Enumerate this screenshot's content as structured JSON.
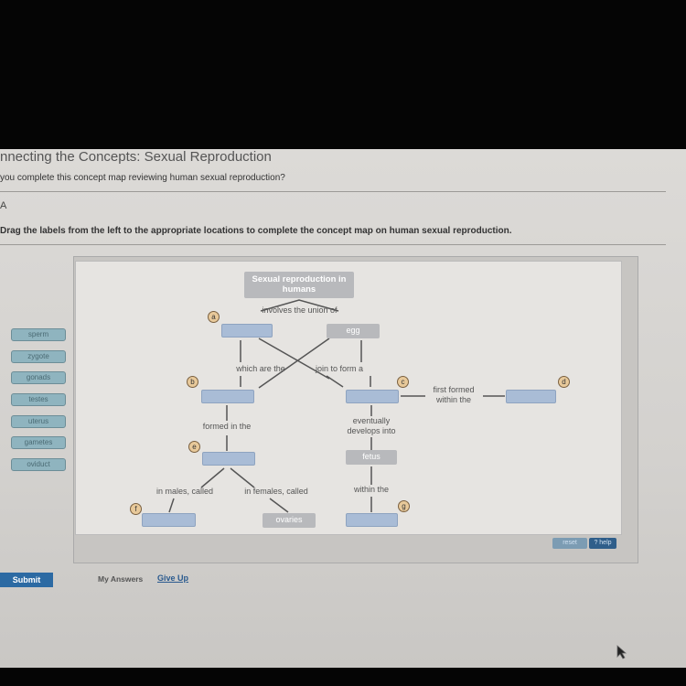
{
  "header": {
    "title": "nnecting the Concepts: Sexual Reproduction",
    "subtitle": "you complete this concept map reviewing human sexual reproduction?",
    "part": "A",
    "instructions": "Drag the labels from the left to the appropriate locations to complete the concept map on human sexual reproduction."
  },
  "labels": [
    "sperm",
    "zygote",
    "gonads",
    "testes",
    "uterus",
    "gametes",
    "oviduct"
  ],
  "map": {
    "root": "Sexual reproduction in humans",
    "links": {
      "union": "involves the union of",
      "which": "which are the",
      "join": "join to form a",
      "first": "first formed within the",
      "formed": "formed in the",
      "develops": "eventually develops into",
      "males": "in males, called",
      "females": "in females, called",
      "within": "within the"
    },
    "nodes": {
      "egg": "egg",
      "fetus": "fetus",
      "ovaries": "ovaries"
    },
    "targets": [
      "a",
      "b",
      "c",
      "d",
      "e",
      "f",
      "g"
    ]
  },
  "buttons": {
    "reset": "reset",
    "help": "? help",
    "submit": "Submit",
    "my_answers": "My Answers",
    "give_up": "Give Up"
  }
}
